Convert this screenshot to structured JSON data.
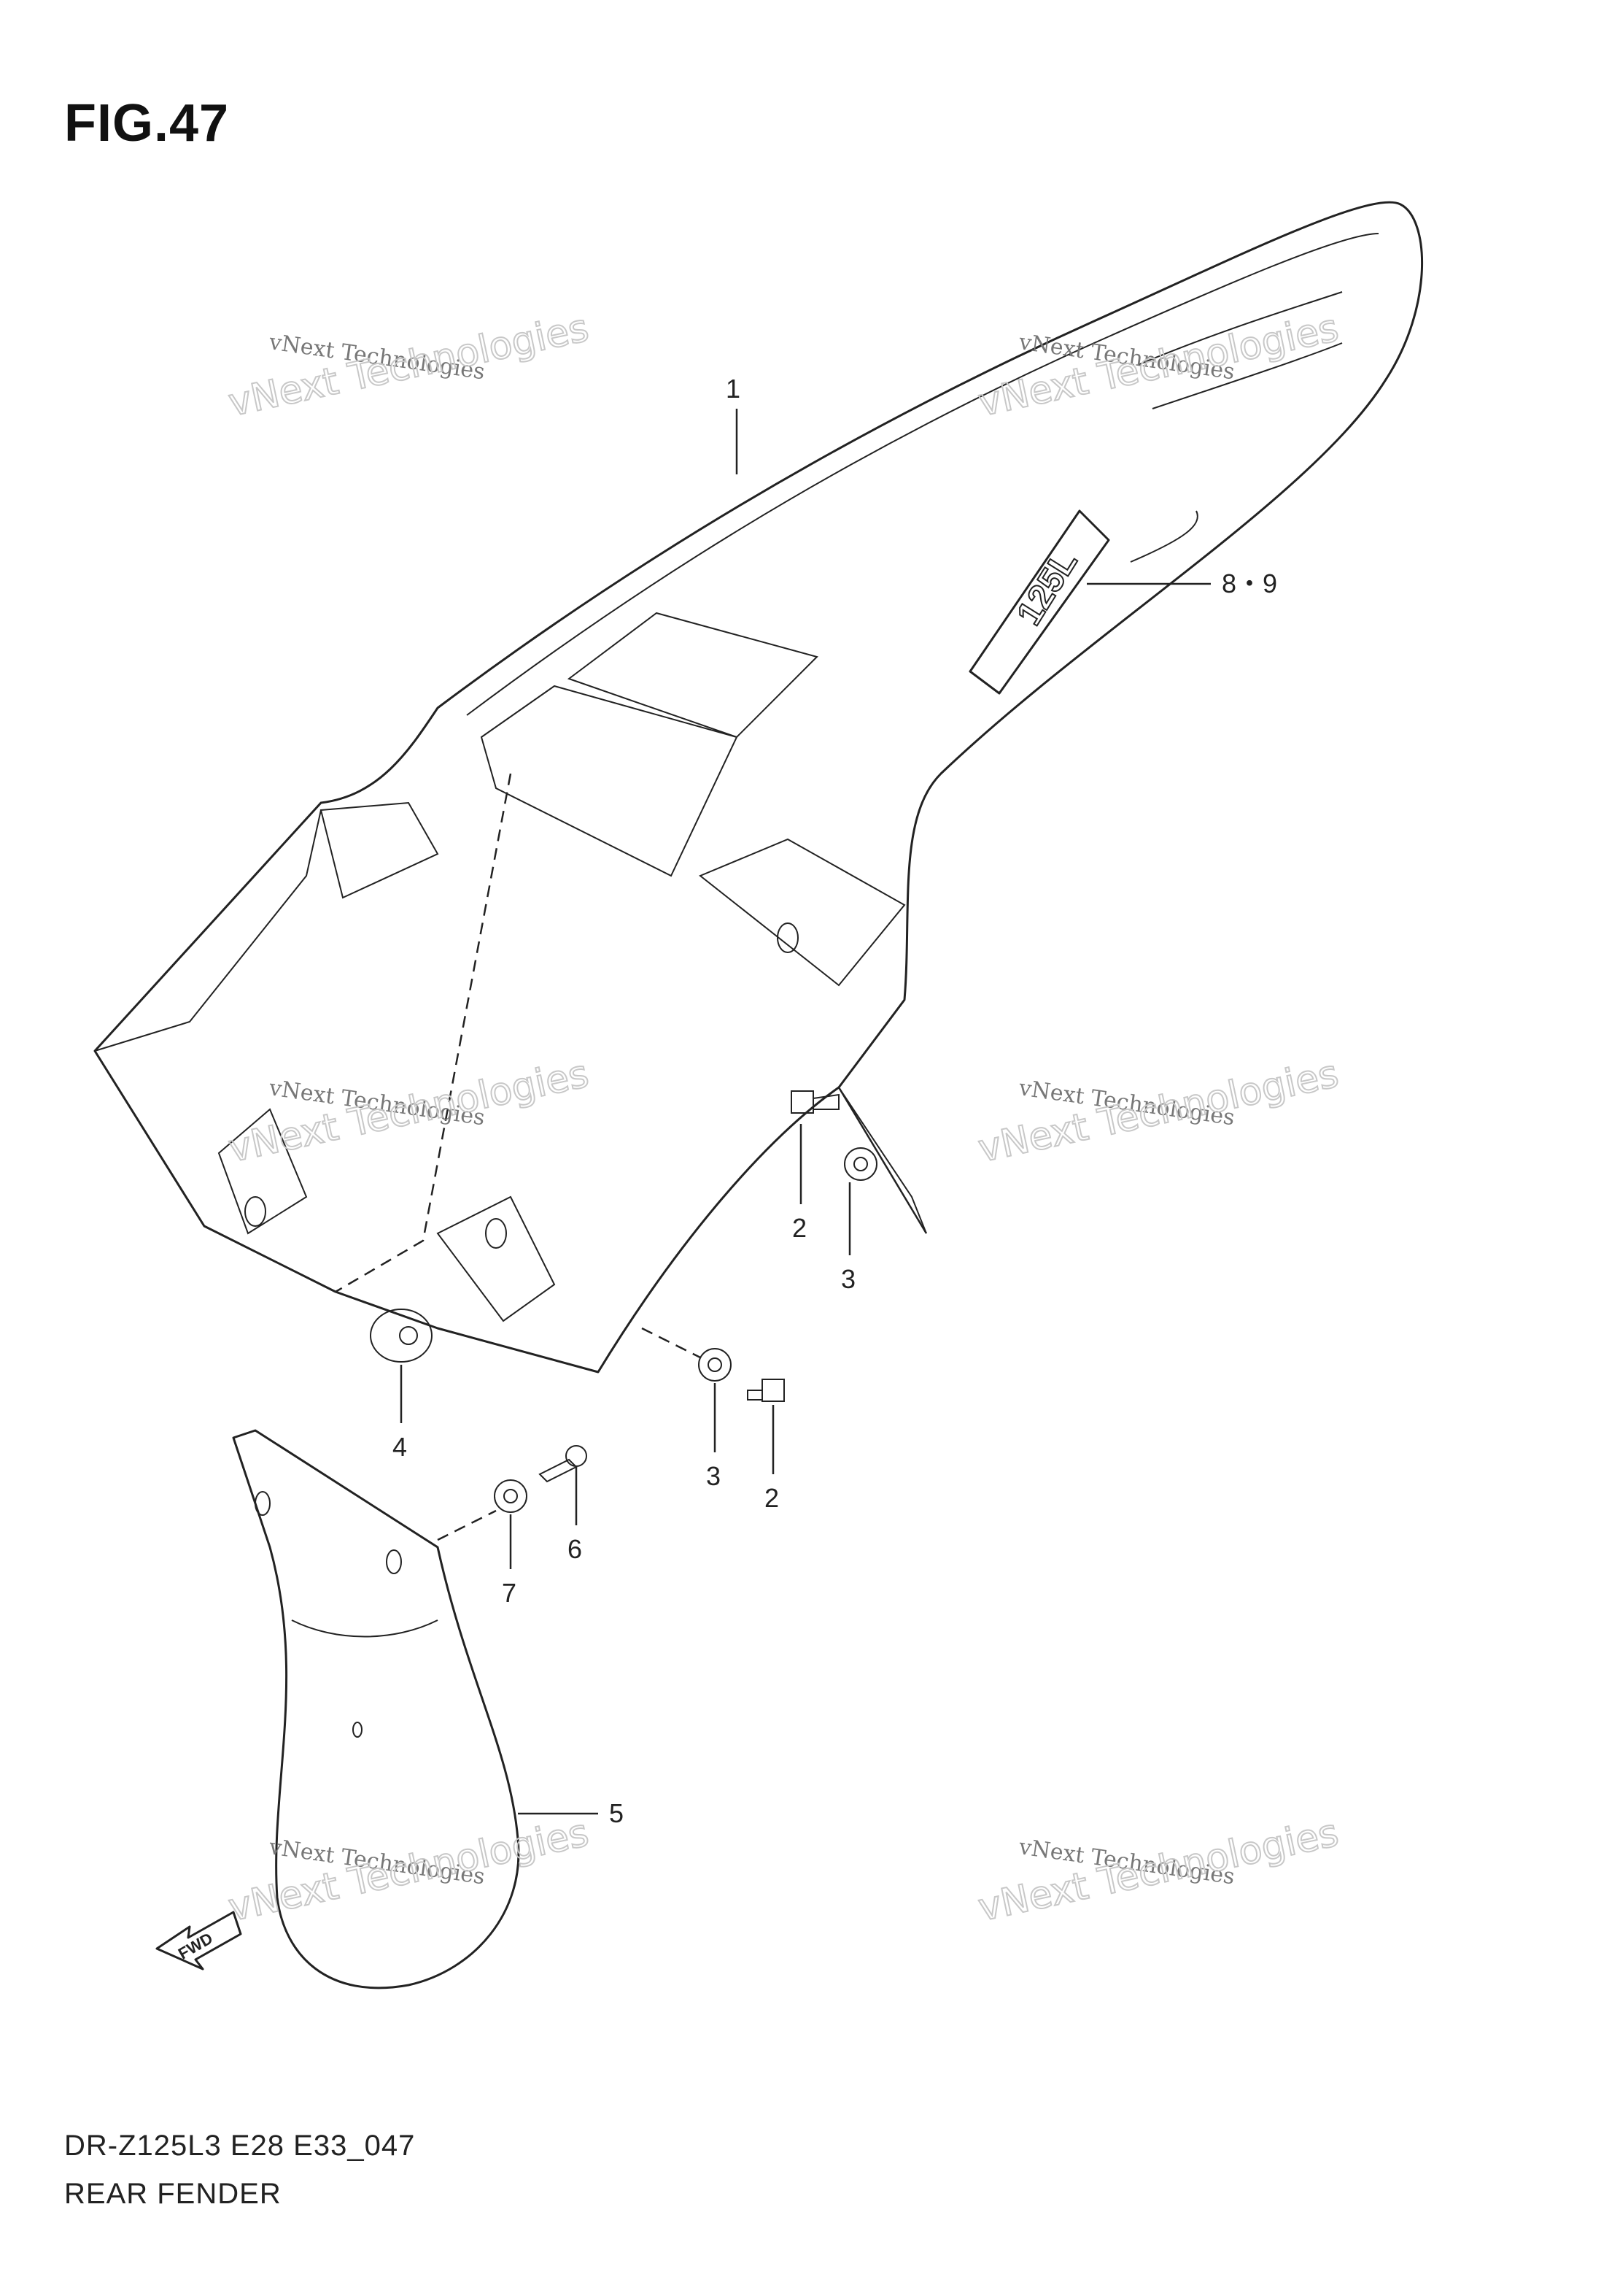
{
  "figure": {
    "title": "FIG.47",
    "model_code": "DR-Z125L3 E28 E33_047",
    "name": "REAR FENDER"
  },
  "watermark": {
    "line1": "vNext Technologies",
    "line2": "vNext Technologies"
  },
  "callouts": [
    {
      "label": "1"
    },
    {
      "label": "8・9"
    },
    {
      "label": "2"
    },
    {
      "label": "3"
    },
    {
      "label": "4"
    },
    {
      "label": "3"
    },
    {
      "label": "2"
    },
    {
      "label": "6"
    },
    {
      "label": "7"
    },
    {
      "label": "5"
    }
  ],
  "decal": {
    "text": "125L"
  },
  "fwd_arrow": {
    "text": "FWD"
  },
  "colors": {
    "line": "#222222",
    "watermark": "#777777"
  }
}
